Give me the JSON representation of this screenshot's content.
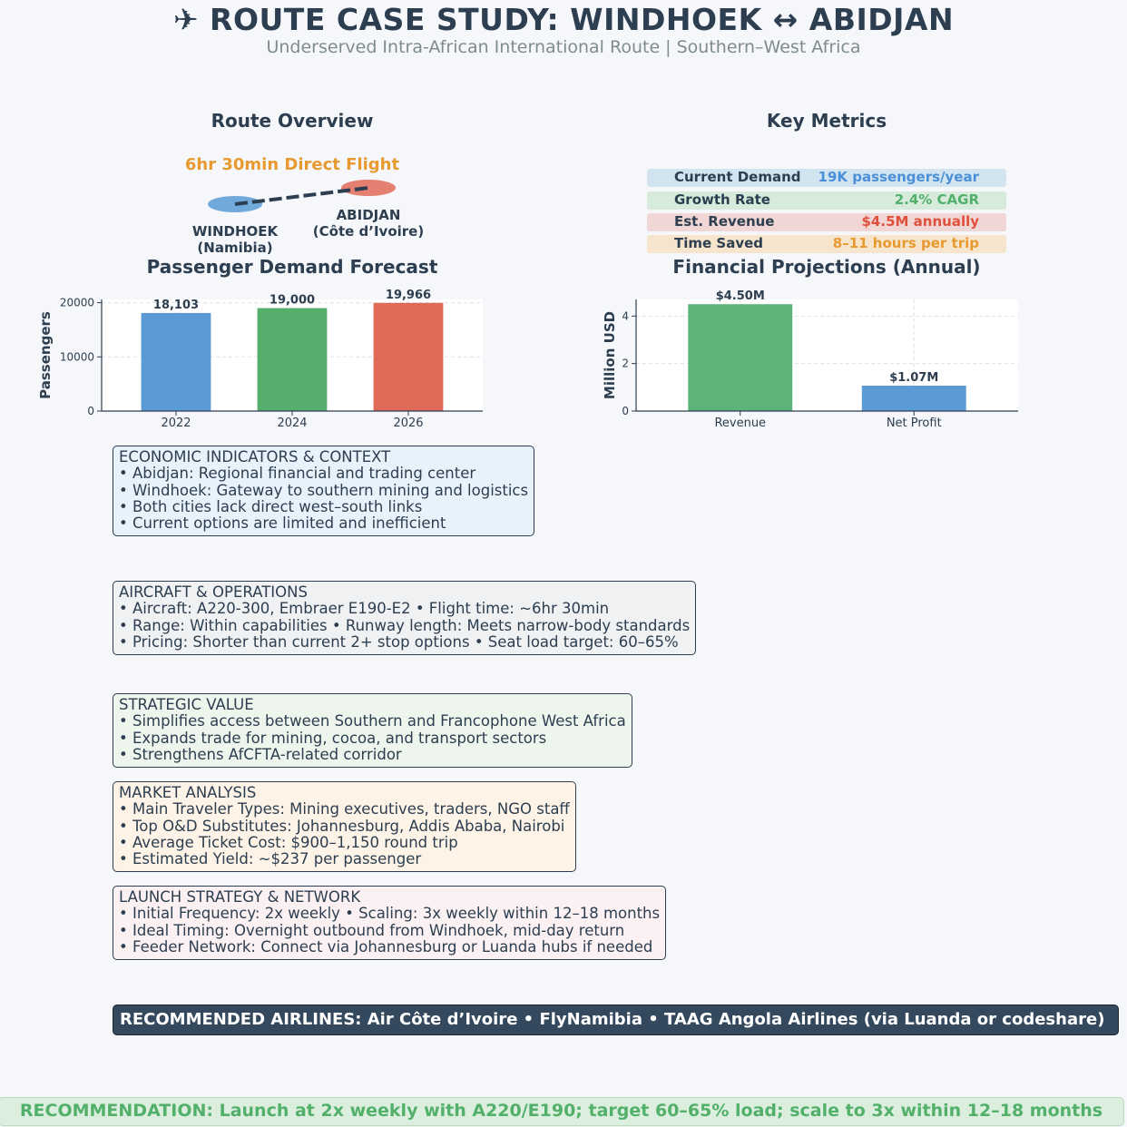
{
  "header": {
    "title": "✈ ROUTE CASE STUDY: WINDHOEK ↔ ABIDJAN",
    "subtitle": "Underserved Intra-African International Route | Southern–West Africa"
  },
  "route_overview": {
    "heading": "Route Overview",
    "flight_label": "6hr 30min Direct Flight",
    "origin": {
      "city": "WINDHOEK",
      "country": "(Namibia)"
    },
    "destination": {
      "city": "ABIDJAN",
      "country": "(Côte d’Ivoire)"
    }
  },
  "key_metrics": {
    "heading": "Key Metrics",
    "items": [
      {
        "label": "Current Demand",
        "value": "19K passengers/year",
        "color": "#4a90d9",
        "bg": "#d3e4f1"
      },
      {
        "label": "Growth Rate",
        "value": "2.4% CAGR",
        "color": "#52b06b",
        "bg": "#d6ebdc"
      },
      {
        "label": "Est. Revenue",
        "value": "$4.5M annually",
        "color": "#e0503c",
        "bg": "#f0d6d4"
      },
      {
        "label": "Time Saved",
        "value": "8–11 hours per trip",
        "color": "#e89a30",
        "bg": "#f6e5cc"
      }
    ]
  },
  "chart_data": [
    {
      "type": "bar",
      "title": "Passenger Demand Forecast",
      "ylabel": "Passengers",
      "xlabel": "",
      "categories": [
        "2022",
        "2024",
        "2026"
      ],
      "values": [
        18103,
        19000,
        19966
      ],
      "value_labels": [
        "18,103",
        "19,000",
        "19,966"
      ],
      "colors": [
        "#5b9bd5",
        "#55ae6c",
        "#e06a58"
      ],
      "ylim": [
        0,
        20600
      ],
      "yticks": [
        0,
        10000,
        20000
      ],
      "ytick_labels": [
        "0",
        "10000",
        "20000"
      ],
      "grid": true
    },
    {
      "type": "bar",
      "title": "Financial Projections (Annual)",
      "ylabel": "Million USD",
      "xlabel": "",
      "categories": [
        "Revenue",
        "Net Profit"
      ],
      "values": [
        4.5,
        1.07
      ],
      "value_labels": [
        "$4.50M",
        "$1.07M"
      ],
      "colors": [
        "#5db47a",
        "#5b9bd5"
      ],
      "ylim": [
        0,
        4.7
      ],
      "yticks": [
        0,
        2,
        4
      ],
      "ytick_labels": [
        "0",
        "2",
        "4"
      ],
      "grid": true
    }
  ],
  "boxes": {
    "economic": {
      "title": "ECONOMIC INDICATORS & CONTEXT",
      "lines": [
        "• Abidjan: Regional financial and trading center",
        "• Windhoek: Gateway to southern mining and logistics",
        "• Both cities lack direct west–south links",
        "• Current options are limited and inefficient"
      ]
    },
    "aircraft": {
      "title": "AIRCRAFT & OPERATIONS",
      "lines": [
        "• Aircraft: A220-300, Embraer E190-E2  • Flight time: ~6hr 30min",
        "• Range: Within capabilities  • Runway length: Meets narrow-body standards",
        "• Pricing: Shorter than current 2+ stop options  • Seat load target: 60–65%"
      ]
    },
    "strategic": {
      "title": "STRATEGIC VALUE",
      "lines": [
        "• Simplifies access between Southern and Francophone West Africa",
        "• Expands trade for mining, cocoa, and transport sectors",
        "• Strengthens AfCFTA-related corridor"
      ]
    },
    "market": {
      "title": "MARKET ANALYSIS",
      "lines": [
        "• Main Traveler Types: Mining executives, traders, NGO staff",
        "• Top O&D Substitutes: Johannesburg, Addis Ababa, Nairobi",
        "• Average Ticket Cost: $900–1,150 round trip",
        "• Estimated Yield: ~$237 per passenger"
      ]
    },
    "launch": {
      "title": "LAUNCH STRATEGY & NETWORK",
      "lines": [
        "• Initial Frequency: 2x weekly  • Scaling: 3x weekly within 12–18 months",
        "• Ideal Timing: Overnight outbound from Windhoek, mid-day return",
        "• Feeder Network: Connect via Johannesburg or Luanda hubs if needed"
      ]
    }
  },
  "airlines_bar": "RECOMMENDED AIRLINES: Air Côte d’Ivoire • FlyNamibia • TAAG Angola Airlines (via Luanda or codeshare)",
  "recommendation_bar": "RECOMMENDATION: Launch at 2x weekly with A220/E190; target 60–65% load; scale to 3x within 12–18 months"
}
